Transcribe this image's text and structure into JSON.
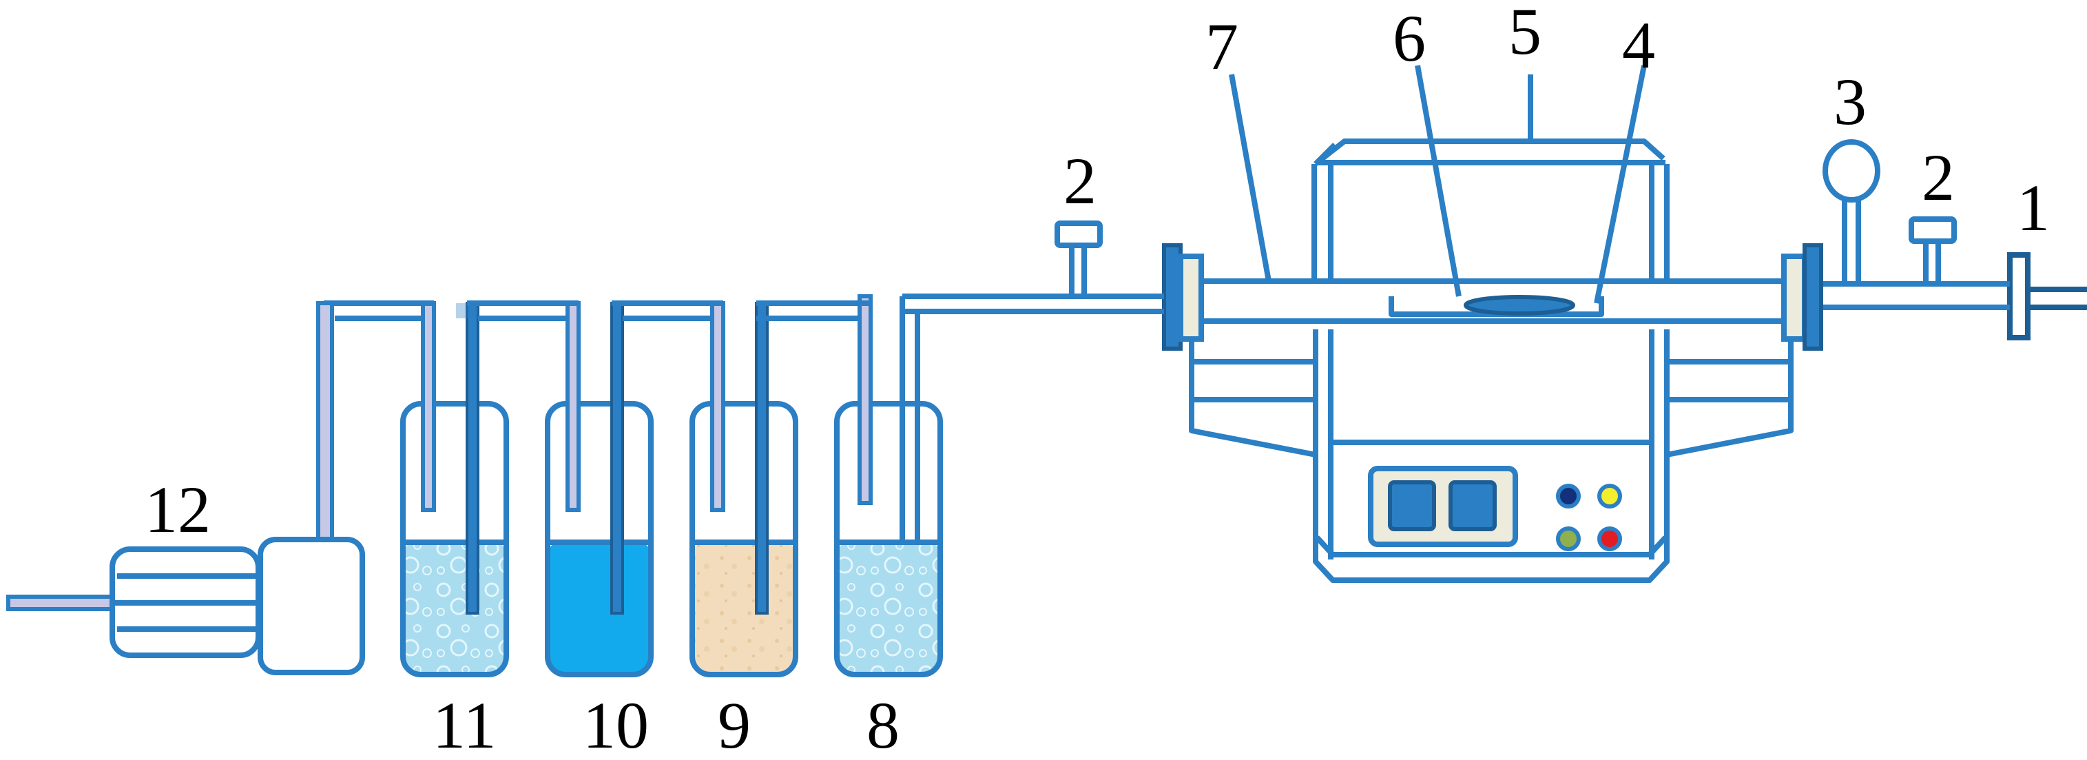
{
  "labels": {
    "n1": "1",
    "n2_right": "2",
    "n2_left": "2",
    "n3": "3",
    "n4": "4",
    "n5": "5",
    "n6": "6",
    "n7": "7",
    "n8": "8",
    "n9": "9",
    "n10": "10",
    "n11": "11",
    "n12": "12"
  },
  "colors": {
    "line": "#2b7fc4",
    "line_dark": "#1d5e95",
    "water_fill": "#a9dcef",
    "blue_fill": "#12aaec",
    "sand_fill": "#f3dcbb",
    "inlet_pipe_fill": "#c6c8e6",
    "panel_fill": "#ecebdc",
    "indicator_dark_blue": "#12307c",
    "indicator_yellow": "#f5ee2c",
    "indicator_green": "#8fb04c",
    "indicator_red": "#e21c22"
  }
}
